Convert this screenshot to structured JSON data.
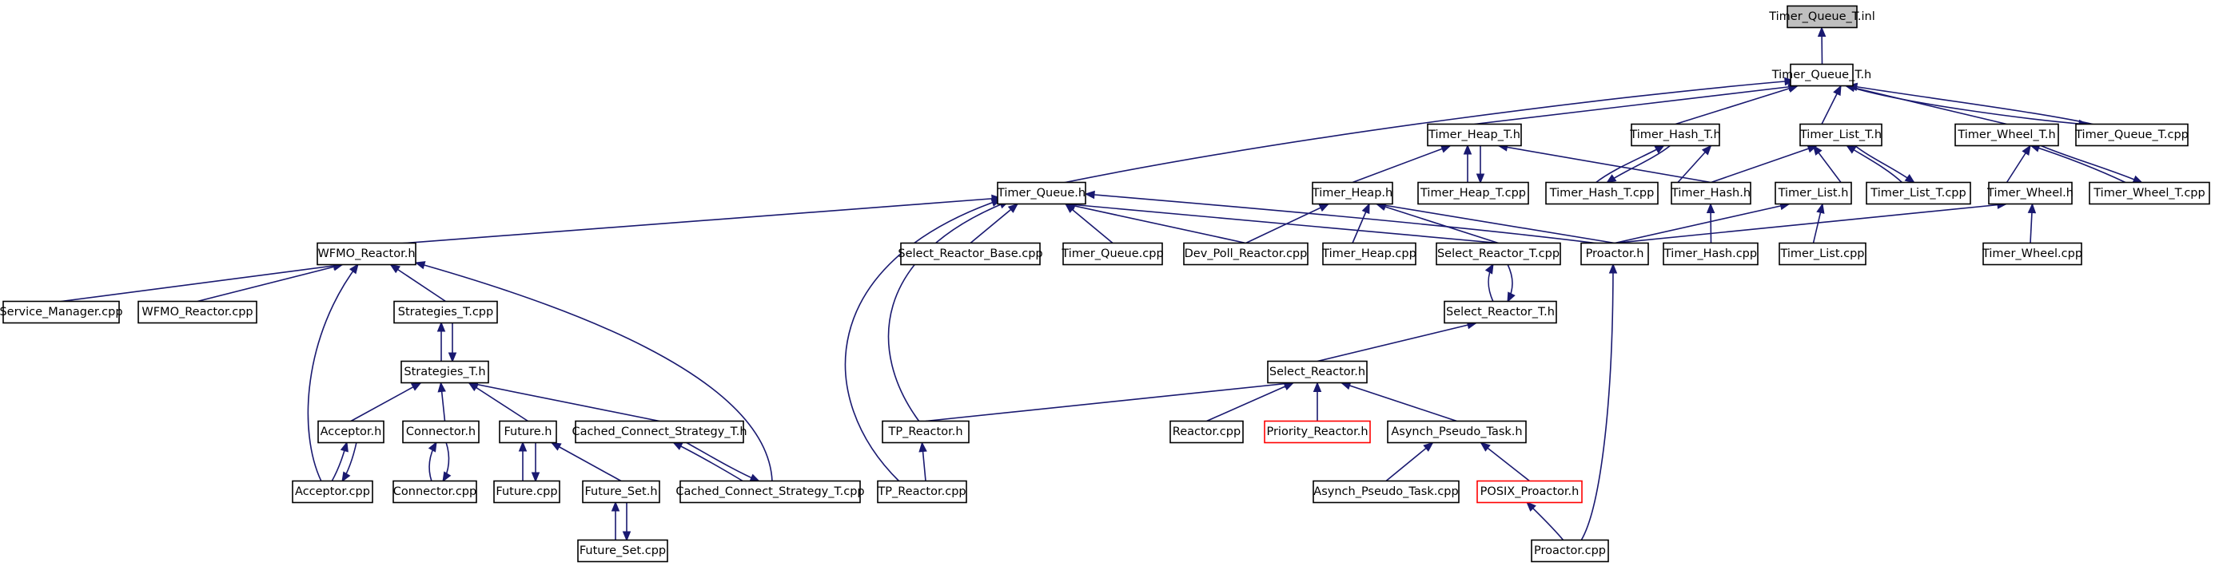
{
  "diagram": {
    "type": "include-dependency-graph",
    "colors": {
      "edge": "#191970",
      "box_border": "#000000",
      "root_fill": "#bfbfbf",
      "truncated_border": "#ff0000"
    },
    "nodes": [
      {
        "id": "tqt_inl",
        "label": "Timer_Queue_T.inl",
        "root": true
      },
      {
        "id": "tqt_h",
        "label": "Timer_Queue_T.h"
      },
      {
        "id": "theap_t_h",
        "label": "Timer_Heap_T.h"
      },
      {
        "id": "thash_t_h",
        "label": "Timer_Hash_T.h"
      },
      {
        "id": "tlist_t_h",
        "label": "Timer_List_T.h"
      },
      {
        "id": "twheel_t_h",
        "label": "Timer_Wheel_T.h"
      },
      {
        "id": "tqt_cpp",
        "label": "Timer_Queue_T.cpp"
      },
      {
        "id": "tq_h",
        "label": "Timer_Queue.h"
      },
      {
        "id": "theap_h",
        "label": "Timer_Heap.h"
      },
      {
        "id": "theap_t_cpp",
        "label": "Timer_Heap_T.cpp"
      },
      {
        "id": "thash_t_cpp",
        "label": "Timer_Hash_T.cpp"
      },
      {
        "id": "thash_h",
        "label": "Timer_Hash.h"
      },
      {
        "id": "tlist_h",
        "label": "Timer_List.h"
      },
      {
        "id": "tlist_t_cpp",
        "label": "Timer_List_T.cpp"
      },
      {
        "id": "twheel_h",
        "label": "Timer_Wheel.h"
      },
      {
        "id": "twheel_t_cpp",
        "label": "Timer_Wheel_T.cpp"
      },
      {
        "id": "wfmo_h",
        "label": "WFMO_Reactor.h"
      },
      {
        "id": "srb_cpp",
        "label": "Select_Reactor_Base.cpp"
      },
      {
        "id": "tq_cpp",
        "label": "Timer_Queue.cpp"
      },
      {
        "id": "dpr_cpp",
        "label": "Dev_Poll_Reactor.cpp"
      },
      {
        "id": "theap_cpp",
        "label": "Timer_Heap.cpp"
      },
      {
        "id": "srt_cpp",
        "label": "Select_Reactor_T.cpp"
      },
      {
        "id": "proactor_h",
        "label": "Proactor.h"
      },
      {
        "id": "thash_cpp",
        "label": "Timer_Hash.cpp"
      },
      {
        "id": "tlist_cpp",
        "label": "Timer_List.cpp"
      },
      {
        "id": "twheel_cpp",
        "label": "Timer_Wheel.cpp"
      },
      {
        "id": "sm_cpp",
        "label": "Service_Manager.cpp"
      },
      {
        "id": "wfmo_cpp",
        "label": "WFMO_Reactor.cpp"
      },
      {
        "id": "strat_t_cpp",
        "label": "Strategies_T.cpp"
      },
      {
        "id": "srt_h",
        "label": "Select_Reactor_T.h"
      },
      {
        "id": "strat_t_h",
        "label": "Strategies_T.h"
      },
      {
        "id": "sr_h",
        "label": "Select_Reactor.h"
      },
      {
        "id": "acceptor_h",
        "label": "Acceptor.h"
      },
      {
        "id": "connector_h",
        "label": "Connector.h"
      },
      {
        "id": "future_h",
        "label": "Future.h"
      },
      {
        "id": "ccs_t_h",
        "label": "Cached_Connect_Strategy_T.h"
      },
      {
        "id": "tpr_h",
        "label": "TP_Reactor.h"
      },
      {
        "id": "reactor_cpp",
        "label": "Reactor.cpp"
      },
      {
        "id": "prio_h",
        "label": "Priority_Reactor.h",
        "truncated": true
      },
      {
        "id": "apt_h",
        "label": "Asynch_Pseudo_Task.h"
      },
      {
        "id": "acceptor_cpp",
        "label": "Acceptor.cpp"
      },
      {
        "id": "connector_cpp",
        "label": "Connector.cpp"
      },
      {
        "id": "future_cpp",
        "label": "Future.cpp"
      },
      {
        "id": "fset_h",
        "label": "Future_Set.h"
      },
      {
        "id": "ccs_t_cpp",
        "label": "Cached_Connect_Strategy_T.cpp"
      },
      {
        "id": "tpr_cpp",
        "label": "TP_Reactor.cpp"
      },
      {
        "id": "apt_cpp",
        "label": "Asynch_Pseudo_Task.cpp"
      },
      {
        "id": "posix_h",
        "label": "POSIX_Proactor.h",
        "truncated": true
      },
      {
        "id": "fset_cpp",
        "label": "Future_Set.cpp"
      },
      {
        "id": "proactor_cpp",
        "label": "Proactor.cpp"
      }
    ],
    "edges": [
      [
        "tqt_h",
        "tqt_inl"
      ],
      [
        "tq_h",
        "tqt_h"
      ],
      [
        "theap_t_h",
        "tqt_h"
      ],
      [
        "thash_t_h",
        "tqt_h"
      ],
      [
        "tlist_t_h",
        "tqt_h"
      ],
      [
        "twheel_t_h",
        "tqt_h"
      ],
      [
        "tqt_cpp",
        "tqt_h"
      ],
      [
        "tqt_h",
        "tqt_cpp"
      ],
      [
        "theap_h",
        "theap_t_h"
      ],
      [
        "theap_t_cpp",
        "theap_t_h"
      ],
      [
        "theap_t_h",
        "theap_t_cpp"
      ],
      [
        "thash_h",
        "theap_t_h"
      ],
      [
        "thash_t_cpp",
        "thash_t_h"
      ],
      [
        "thash_t_h",
        "thash_t_cpp"
      ],
      [
        "thash_h",
        "thash_t_h"
      ],
      [
        "tlist_h",
        "tlist_t_h"
      ],
      [
        "tlist_t_cpp",
        "tlist_t_h"
      ],
      [
        "tlist_t_h",
        "tlist_t_cpp"
      ],
      [
        "thash_h",
        "tlist_t_h"
      ],
      [
        "twheel_h",
        "twheel_t_h"
      ],
      [
        "twheel_t_cpp",
        "twheel_t_h"
      ],
      [
        "twheel_t_h",
        "twheel_t_cpp"
      ],
      [
        "wfmo_h",
        "tq_h"
      ],
      [
        "srb_cpp",
        "tq_h"
      ],
      [
        "tq_cpp",
        "tq_h"
      ],
      [
        "dpr_cpp",
        "tq_h"
      ],
      [
        "proactor_h",
        "tq_h"
      ],
      [
        "tpr_h",
        "tq_h"
      ],
      [
        "tpr_cpp",
        "tq_h"
      ],
      [
        "srt_cpp",
        "tq_h"
      ],
      [
        "theap_cpp",
        "theap_h"
      ],
      [
        "srt_cpp",
        "theap_h"
      ],
      [
        "dpr_cpp",
        "theap_h"
      ],
      [
        "proactor_h",
        "theap_h"
      ],
      [
        "thash_cpp",
        "thash_h"
      ],
      [
        "tlist_cpp",
        "tlist_h"
      ],
      [
        "proactor_h",
        "tlist_h"
      ],
      [
        "twheel_cpp",
        "twheel_h"
      ],
      [
        "proactor_h",
        "twheel_h"
      ],
      [
        "sm_cpp",
        "wfmo_h"
      ],
      [
        "wfmo_cpp",
        "wfmo_h"
      ],
      [
        "strat_t_cpp",
        "wfmo_h"
      ],
      [
        "acceptor_cpp",
        "wfmo_h"
      ],
      [
        "ccs_t_cpp",
        "wfmo_h"
      ],
      [
        "srt_h",
        "srt_cpp"
      ],
      [
        "srt_cpp",
        "srt_h"
      ],
      [
        "sr_h",
        "srt_h"
      ],
      [
        "proactor_cpp",
        "proactor_h"
      ],
      [
        "strat_t_h",
        "strat_t_cpp"
      ],
      [
        "strat_t_cpp",
        "strat_t_h"
      ],
      [
        "acceptor_h",
        "strat_t_h"
      ],
      [
        "connector_h",
        "strat_t_h"
      ],
      [
        "future_h",
        "strat_t_h"
      ],
      [
        "ccs_t_h",
        "strat_t_h"
      ],
      [
        "tpr_h",
        "sr_h"
      ],
      [
        "reactor_cpp",
        "sr_h"
      ],
      [
        "prio_h",
        "sr_h"
      ],
      [
        "apt_h",
        "sr_h"
      ],
      [
        "acceptor_cpp",
        "acceptor_h"
      ],
      [
        "acceptor_h",
        "acceptor_cpp"
      ],
      [
        "connector_cpp",
        "connector_h"
      ],
      [
        "connector_h",
        "connector_cpp"
      ],
      [
        "future_cpp",
        "future_h"
      ],
      [
        "future_h",
        "future_cpp"
      ],
      [
        "fset_h",
        "future_h"
      ],
      [
        "ccs_t_cpp",
        "ccs_t_h"
      ],
      [
        "ccs_t_h",
        "ccs_t_cpp"
      ],
      [
        "tpr_cpp",
        "tpr_h"
      ],
      [
        "apt_cpp",
        "apt_h"
      ],
      [
        "posix_h",
        "apt_h"
      ],
      [
        "fset_cpp",
        "fset_h"
      ],
      [
        "fset_h",
        "fset_cpp"
      ],
      [
        "proactor_cpp",
        "posix_h"
      ]
    ]
  }
}
